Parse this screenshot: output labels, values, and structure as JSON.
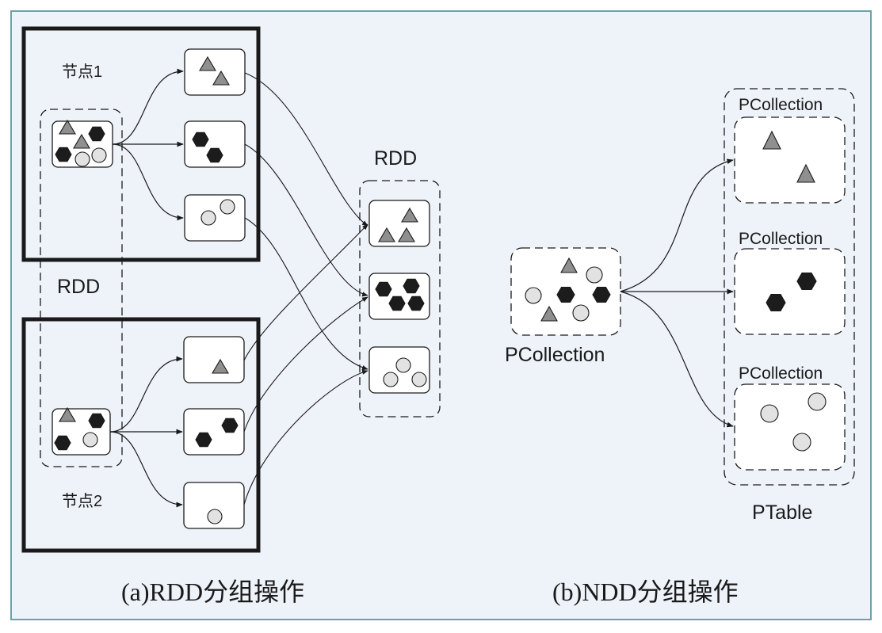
{
  "panel_a": {
    "node1_label": "节点1",
    "node2_label": "节点2",
    "rdd_left_label": "RDD",
    "rdd_right_label": "RDD",
    "caption": "(a)RDD分组操作"
  },
  "panel_b": {
    "input_label": "PCollection",
    "group_labels": [
      "PCollection",
      "PCollection",
      "PCollection"
    ],
    "ptable_label": "PTable",
    "caption": "(b)NDD分组操作"
  },
  "colors": {
    "background": "#eef3fa",
    "border": "#6fa0aa",
    "box_fill": "#ffffff",
    "stroke": "#1a1a1a",
    "triangle": "#8f8f8f",
    "hexagon": "#1c1c1c",
    "circle": "#e2e2e2"
  }
}
